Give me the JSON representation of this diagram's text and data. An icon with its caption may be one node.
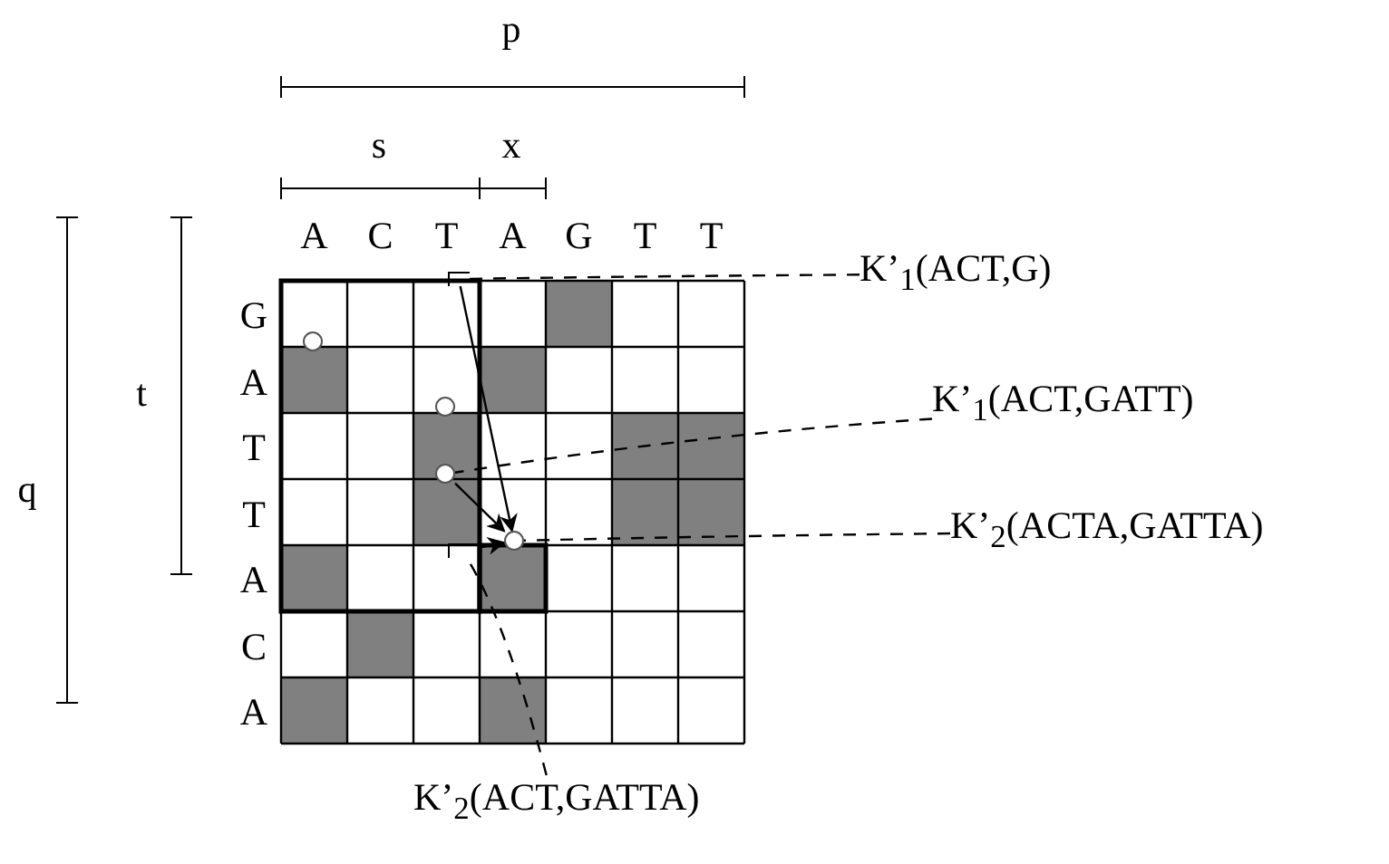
{
  "diagram": {
    "nodes": [
      {
        "text": [
          "K’$_{1}$(ACT,G)"
        ]
      },
      {
        "text": [],
        "shape": "bar"
      },
      {
        "text": [],
        "shape": "circle"
      },
      {
        "text": [
          "K’$_{1}$(ACT,GATT)"
        ]
      },
      {
        "text": [],
        "shape": "circle"
      },
      {
        "text": [],
        "shape": "circle"
      },
      {
        "text": [
          "K’$_{2}$(ACTA,GATTA)"
        ]
      },
      {
        "text": [],
        "shape": "bar"
      },
      {
        "text": [],
        "shape": "circle"
      },
      {
        "text": [
          "K’$_{2}$(ACT,GATTA)"
        ]
      }
    ],
    "edges": [
      {
        "from": 0,
        "to": 1,
        "arrow": "none",
        "style": "dashed"
      },
      {
        "from": 3,
        "to": 5,
        "arrow": "none",
        "style": "dashed"
      },
      {
        "from": 6,
        "to": 8,
        "arrow": "none",
        "style": "dashed"
      },
      {
        "from": 9,
        "to": 7,
        "arrow": "none",
        "style": "dashed"
      },
      {
        "from": 1,
        "to": 8,
        "arrow": "to"
      },
      {
        "from": 5,
        "to": 8,
        "arrow": "to"
      },
      {
        "from": 7,
        "to": 8,
        "arrow": "to"
      }
    ],
    "labels": [
      "p",
      "s",
      "x",
      "A",
      "C",
      "T",
      "A",
      "G",
      "T",
      "T",
      "t",
      "q",
      "G",
      "A",
      "T",
      "T",
      "A",
      "C",
      "A"
    ]
  }
}
